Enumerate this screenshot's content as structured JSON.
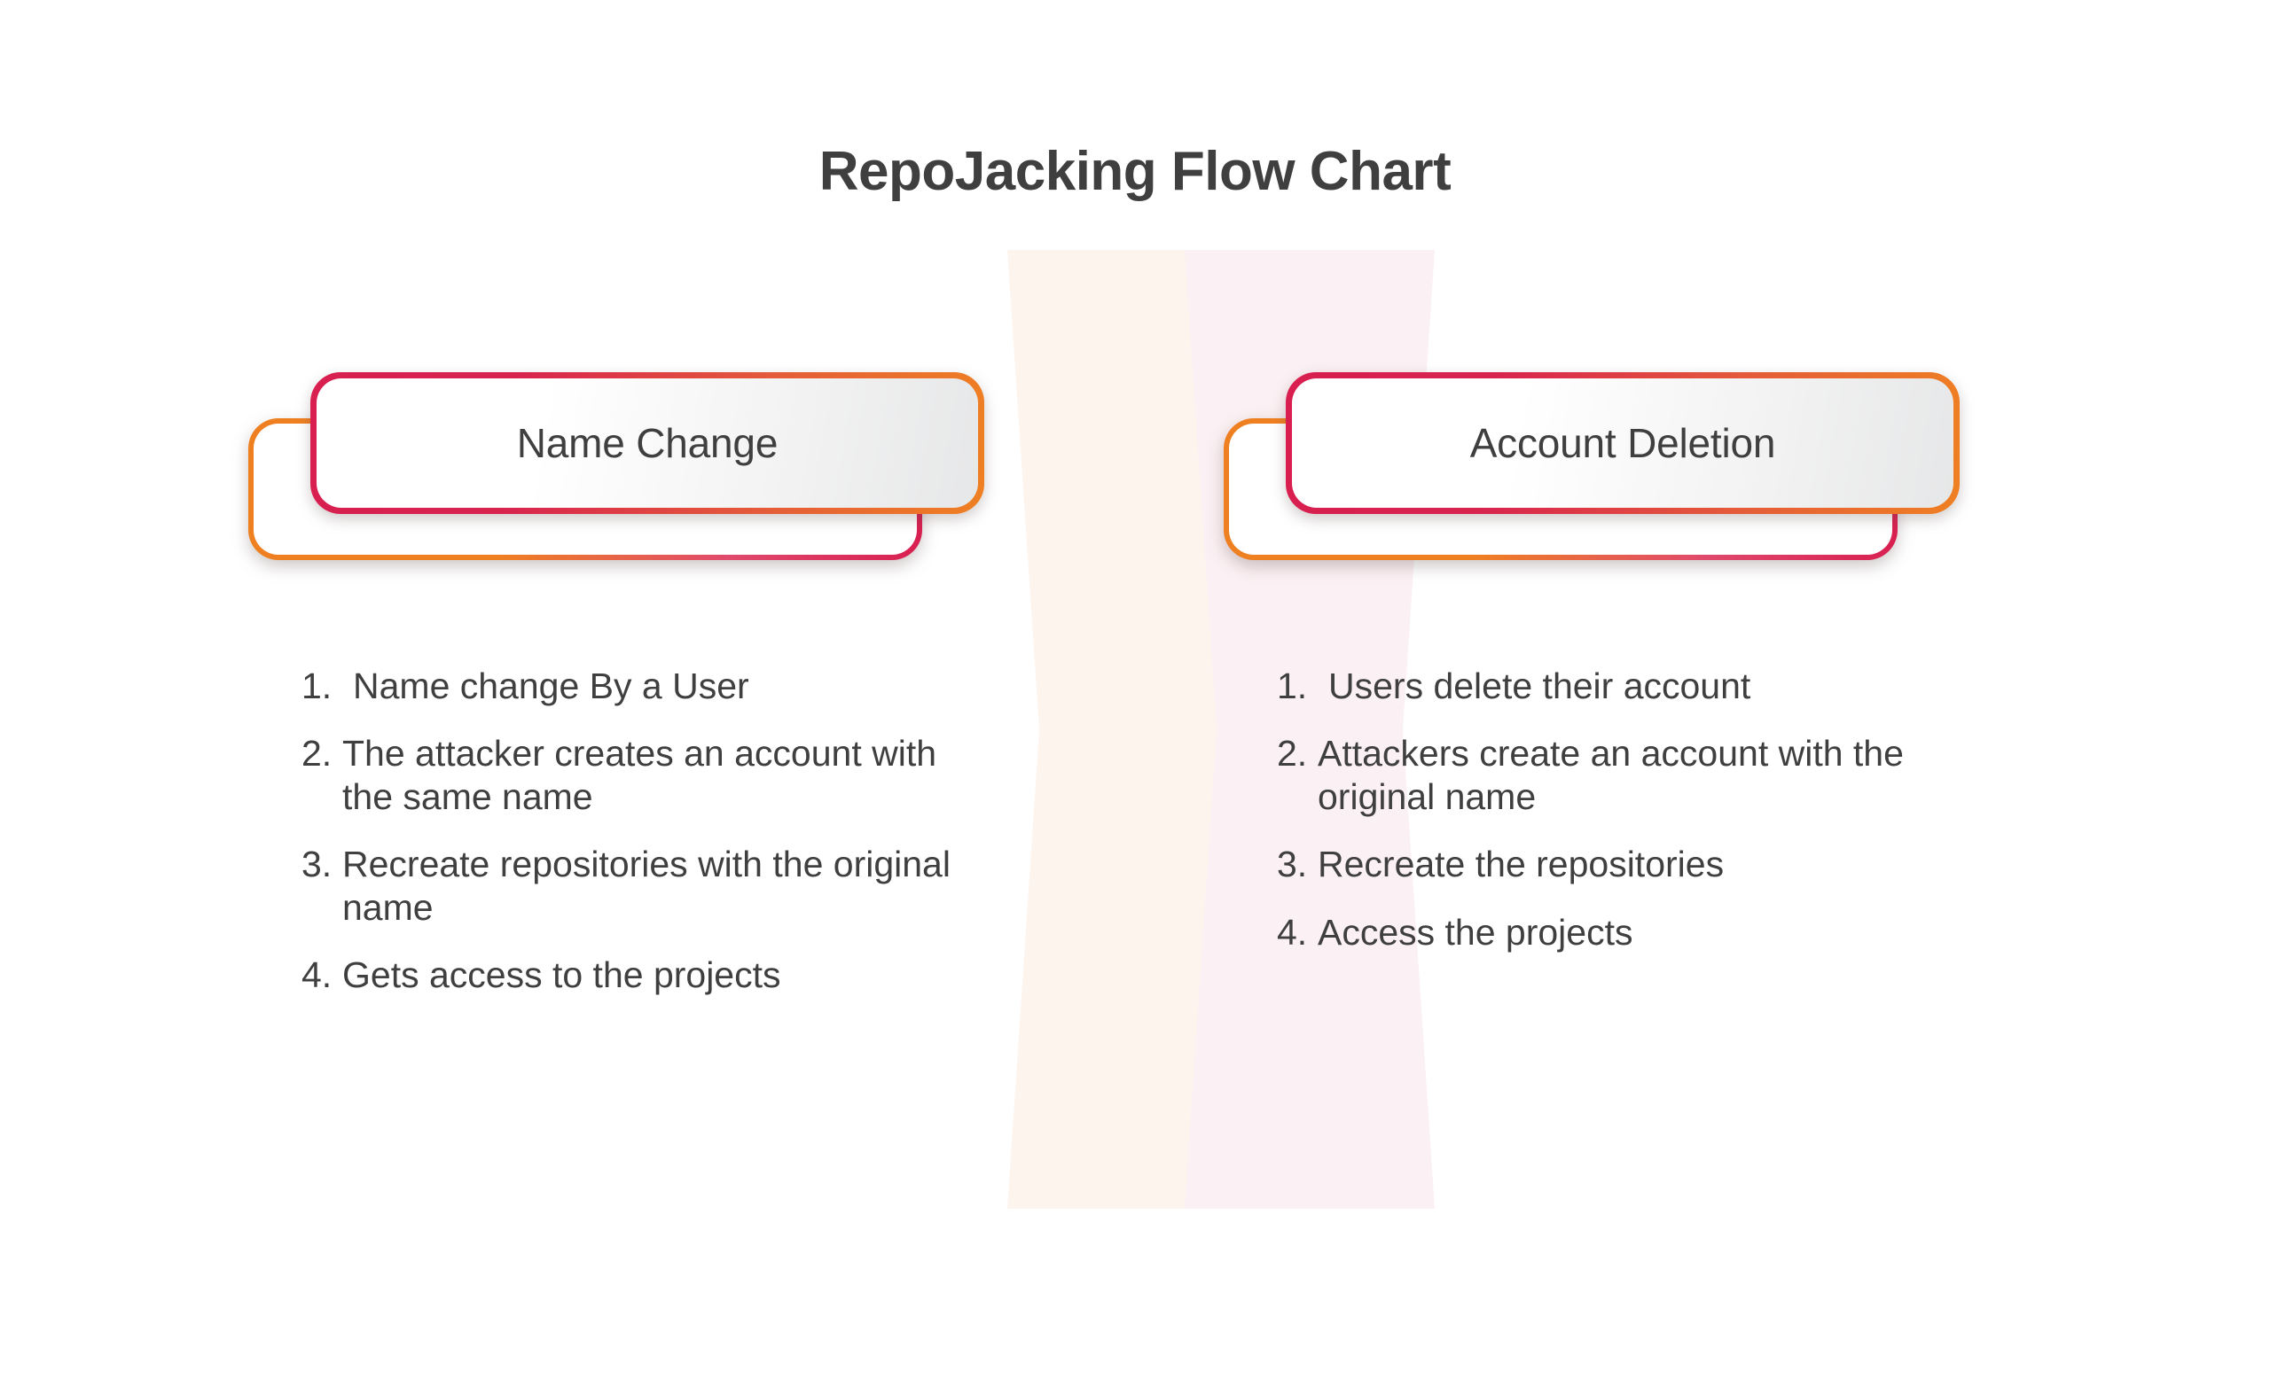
{
  "title": "RepoJacking Flow Chart",
  "colors": {
    "crimson": "#D81F50",
    "orange": "#EF8022",
    "text": "#3F3F3F",
    "bg_chevron_peach": "#FDF4EE",
    "bg_chevron_pink": "#FBF0F3",
    "page_background": "#FFFFFF"
  },
  "chart_data": {
    "type": "diagram",
    "title": "RepoJacking Flow Chart",
    "columns": [
      {
        "heading": "Name Change",
        "steps": [
          "Name change By a User",
          "The attacker creates an account with the same name",
          "Recreate repositories with the original name",
          "Gets access to the projects"
        ]
      },
      {
        "heading": "Account Deletion",
        "steps": [
          "Users delete their account",
          "Attackers create an account with the original name",
          "Recreate the repositories",
          "Access the projects"
        ]
      }
    ]
  },
  "left": {
    "heading": "Name Change",
    "steps": [
      {
        "num": "1.",
        "text": "Name change By a User"
      },
      {
        "num": "2.",
        "text": "The attacker creates an account with the same name"
      },
      {
        "num": "3.",
        "text": "Recreate repositories with the original name"
      },
      {
        "num": "4.",
        "text": "Gets access to the projects"
      }
    ]
  },
  "right": {
    "heading": "Account Deletion",
    "steps": [
      {
        "num": "1.",
        "text": "Users delete their account"
      },
      {
        "num": "2.",
        "text": "Attackers create an account with the original name"
      },
      {
        "num": "3.",
        "text": "Recreate the repositories"
      },
      {
        "num": "4.",
        "text": "Access the projects"
      }
    ]
  }
}
